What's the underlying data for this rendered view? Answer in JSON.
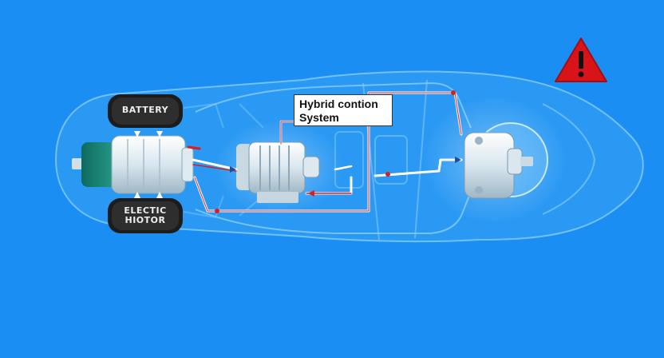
{
  "diagram": {
    "callout": {
      "line1": "Hybrid contion",
      "line2": "System"
    },
    "labels": {
      "battery": "BATTERY",
      "motor_line1": "ELECTIC",
      "motor_line2": "HIOTOR"
    },
    "colors": {
      "background": "#1a8ef2",
      "car_outline": "#8fd0ff",
      "wire": "#ffffff",
      "wire_accent": "#d42020",
      "warning": "#d8141a"
    },
    "icons": [
      "warning-icon"
    ]
  }
}
